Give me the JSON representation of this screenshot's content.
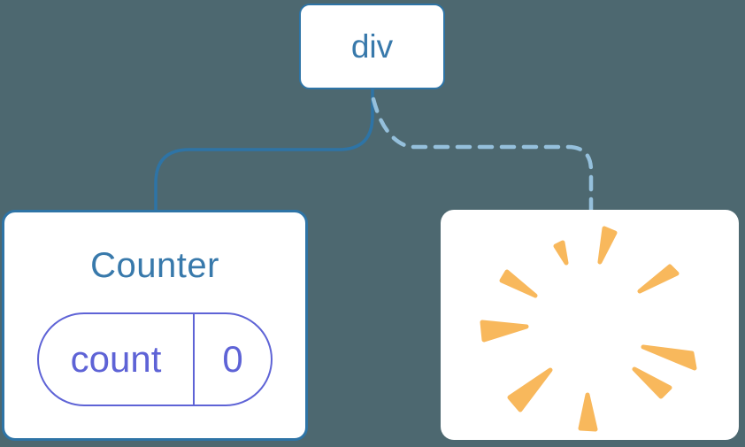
{
  "diagram": {
    "type": "component-tree",
    "root": {
      "label": "div"
    },
    "children": [
      {
        "title": "Counter",
        "connector": "solid",
        "state": {
          "key": "count",
          "value": "0"
        }
      },
      {
        "title": "",
        "connector": "dashed",
        "icon": "poof-burst-icon"
      }
    ]
  },
  "colors": {
    "background": "#4d6870",
    "card_background": "#ffffff",
    "tree_blue": "#2e74a6",
    "node_text_blue": "#3879ab",
    "dashed_blue": "#95c0dc",
    "state_purple": "#5e63d6",
    "poof_orange": "#f8b85c"
  }
}
